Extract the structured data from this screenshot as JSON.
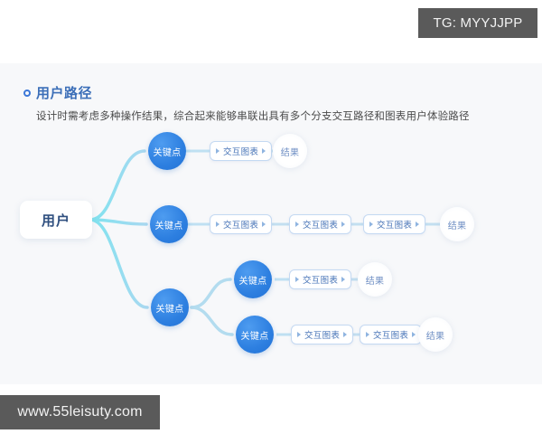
{
  "watermarks": {
    "top": "TG: MYYJJPP",
    "bottom": "www.55leisuty.com"
  },
  "card": {
    "title": "用户路径",
    "title_icon": "ring-icon",
    "subtitle": "设计时需考虑多种操作结果，综合起来能够串联出具有多个分支交互路径和图表用户体验路径"
  },
  "diagram": {
    "root": {
      "label": "用户"
    },
    "labels": {
      "key_point": "关键点",
      "step": "交互图表",
      "result": "结果"
    },
    "colors": {
      "accent": "#2d7fe0",
      "title": "#3c6fb8",
      "link": "#a8d4ea",
      "card_bg": "#f7f8fa"
    },
    "branches": [
      {
        "key": "关键点",
        "steps": [
          "交互图表"
        ],
        "result": "结果"
      },
      {
        "key": "关键点",
        "steps": [
          "交互图表",
          "交互图表",
          "交互图表"
        ],
        "result": "结果"
      },
      {
        "key": "关键点",
        "steps": [
          "交互图表"
        ],
        "result": "结果"
      },
      {
        "key": "关键点",
        "steps": [
          "交互图表",
          "交互图表"
        ],
        "result": "结果"
      }
    ]
  }
}
